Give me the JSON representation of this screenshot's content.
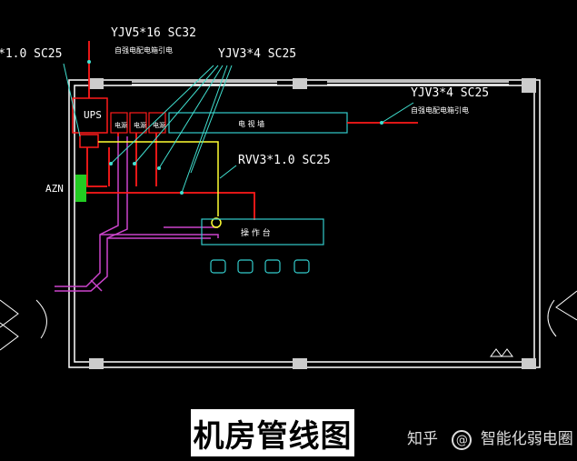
{
  "labels": {
    "cable_top_left": "*1.0 SC25",
    "cable_top": "YJV5*16 SC32",
    "cable_top_note": "自强电配电箱引电",
    "cable_mid": "YJV3*4 SC25",
    "cable_right": "YJV3*4 SC25",
    "cable_right_note": "自强电配电箱引电",
    "cable_rvv": "RVV3*1.0 SC25",
    "ups": "UPS",
    "azn": "AZN",
    "cabinet_row": "电 视 墙",
    "console": "操 作 台",
    "rack1": "电源",
    "rack2": "电源",
    "rack3": "电源"
  },
  "footer": {
    "title": "机房管线图",
    "watermark_site": "知乎",
    "watermark_author": "智能化弱电圈"
  },
  "colors": {
    "wall": "#ffffff",
    "power": "#ff1a1a",
    "signal": "#ffff33",
    "tray": "#cc44cc",
    "equipment": "#33cccc",
    "leader": "#40e0d0",
    "azn_box": "#22cc22"
  }
}
